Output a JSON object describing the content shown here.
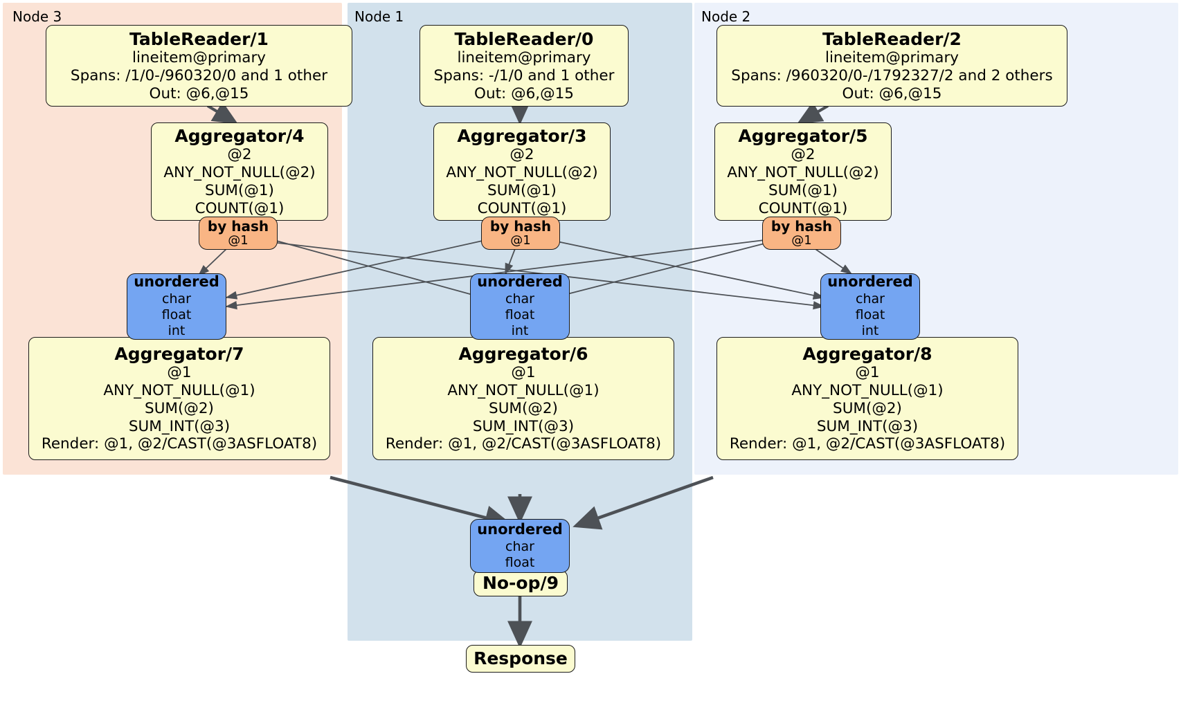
{
  "diagram": {
    "type": "distributed-query-plan",
    "title": "",
    "colors": {
      "node3_bg": "#fbe3d6",
      "node1_bg": "#d2e1ec",
      "node2_bg": "#edf2fb",
      "processor_fill": "#fbfbd0",
      "router_fill": "#f9b584",
      "synchronizer_fill": "#74a5f2",
      "edge_stroke": "#4d5156",
      "border": "#1a1a1a"
    },
    "clusters": [
      {
        "id": "node3",
        "label": "Node 3"
      },
      {
        "id": "node1",
        "label": "Node 1"
      },
      {
        "id": "node2",
        "label": "Node 2"
      }
    ],
    "processors": {
      "tablereader_1": {
        "title": "TableReader/1",
        "lines": [
          "lineitem@primary",
          "Spans: /1/0-/960320/0 and 1 other",
          "Out: @6,@15"
        ]
      },
      "tablereader_0": {
        "title": "TableReader/0",
        "lines": [
          "lineitem@primary",
          "Spans: -/1/0 and 1 other",
          "Out: @6,@15"
        ]
      },
      "tablereader_2": {
        "title": "TableReader/2",
        "lines": [
          "lineitem@primary",
          "Spans: /960320/0-/1792327/2 and 2 others",
          "Out: @6,@15"
        ]
      },
      "aggregator_4": {
        "title": "Aggregator/4",
        "lines": [
          "@2",
          "ANY_NOT_NULL(@2)",
          "SUM(@1)",
          "COUNT(@1)"
        ]
      },
      "aggregator_3": {
        "title": "Aggregator/3",
        "lines": [
          "@2",
          "ANY_NOT_NULL(@2)",
          "SUM(@1)",
          "COUNT(@1)"
        ]
      },
      "aggregator_5": {
        "title": "Aggregator/5",
        "lines": [
          "@2",
          "ANY_NOT_NULL(@2)",
          "SUM(@1)",
          "COUNT(@1)"
        ]
      },
      "aggregator_7": {
        "title": "Aggregator/7",
        "lines": [
          "@1",
          "ANY_NOT_NULL(@1)",
          "SUM(@2)",
          "SUM_INT(@3)",
          "Render: @1, @2/CAST(@3ASFLOAT8)"
        ]
      },
      "aggregator_6": {
        "title": "Aggregator/6",
        "lines": [
          "@1",
          "ANY_NOT_NULL(@1)",
          "SUM(@2)",
          "SUM_INT(@3)",
          "Render: @1, @2/CAST(@3ASFLOAT8)"
        ]
      },
      "aggregator_8": {
        "title": "Aggregator/8",
        "lines": [
          "@1",
          "ANY_NOT_NULL(@1)",
          "SUM(@2)",
          "SUM_INT(@3)",
          "Render: @1, @2/CAST(@3ASFLOAT8)"
        ]
      },
      "noop_9": {
        "title": "No-op/9",
        "lines": []
      },
      "response": {
        "title": "Response",
        "lines": []
      }
    },
    "routers": {
      "byhash_left": {
        "title": "by hash",
        "detail": "@1"
      },
      "byhash_center": {
        "title": "by hash",
        "detail": "@1"
      },
      "byhash_right": {
        "title": "by hash",
        "detail": "@1"
      }
    },
    "synchronizers": {
      "unordered_left": {
        "title": "unordered",
        "types": [
          "char",
          "float",
          "int"
        ]
      },
      "unordered_center": {
        "title": "unordered",
        "types": [
          "char",
          "float",
          "int"
        ]
      },
      "unordered_right": {
        "title": "unordered",
        "types": [
          "char",
          "float",
          "int"
        ]
      },
      "unordered_final": {
        "title": "unordered",
        "types": [
          "char",
          "float"
        ]
      }
    }
  }
}
